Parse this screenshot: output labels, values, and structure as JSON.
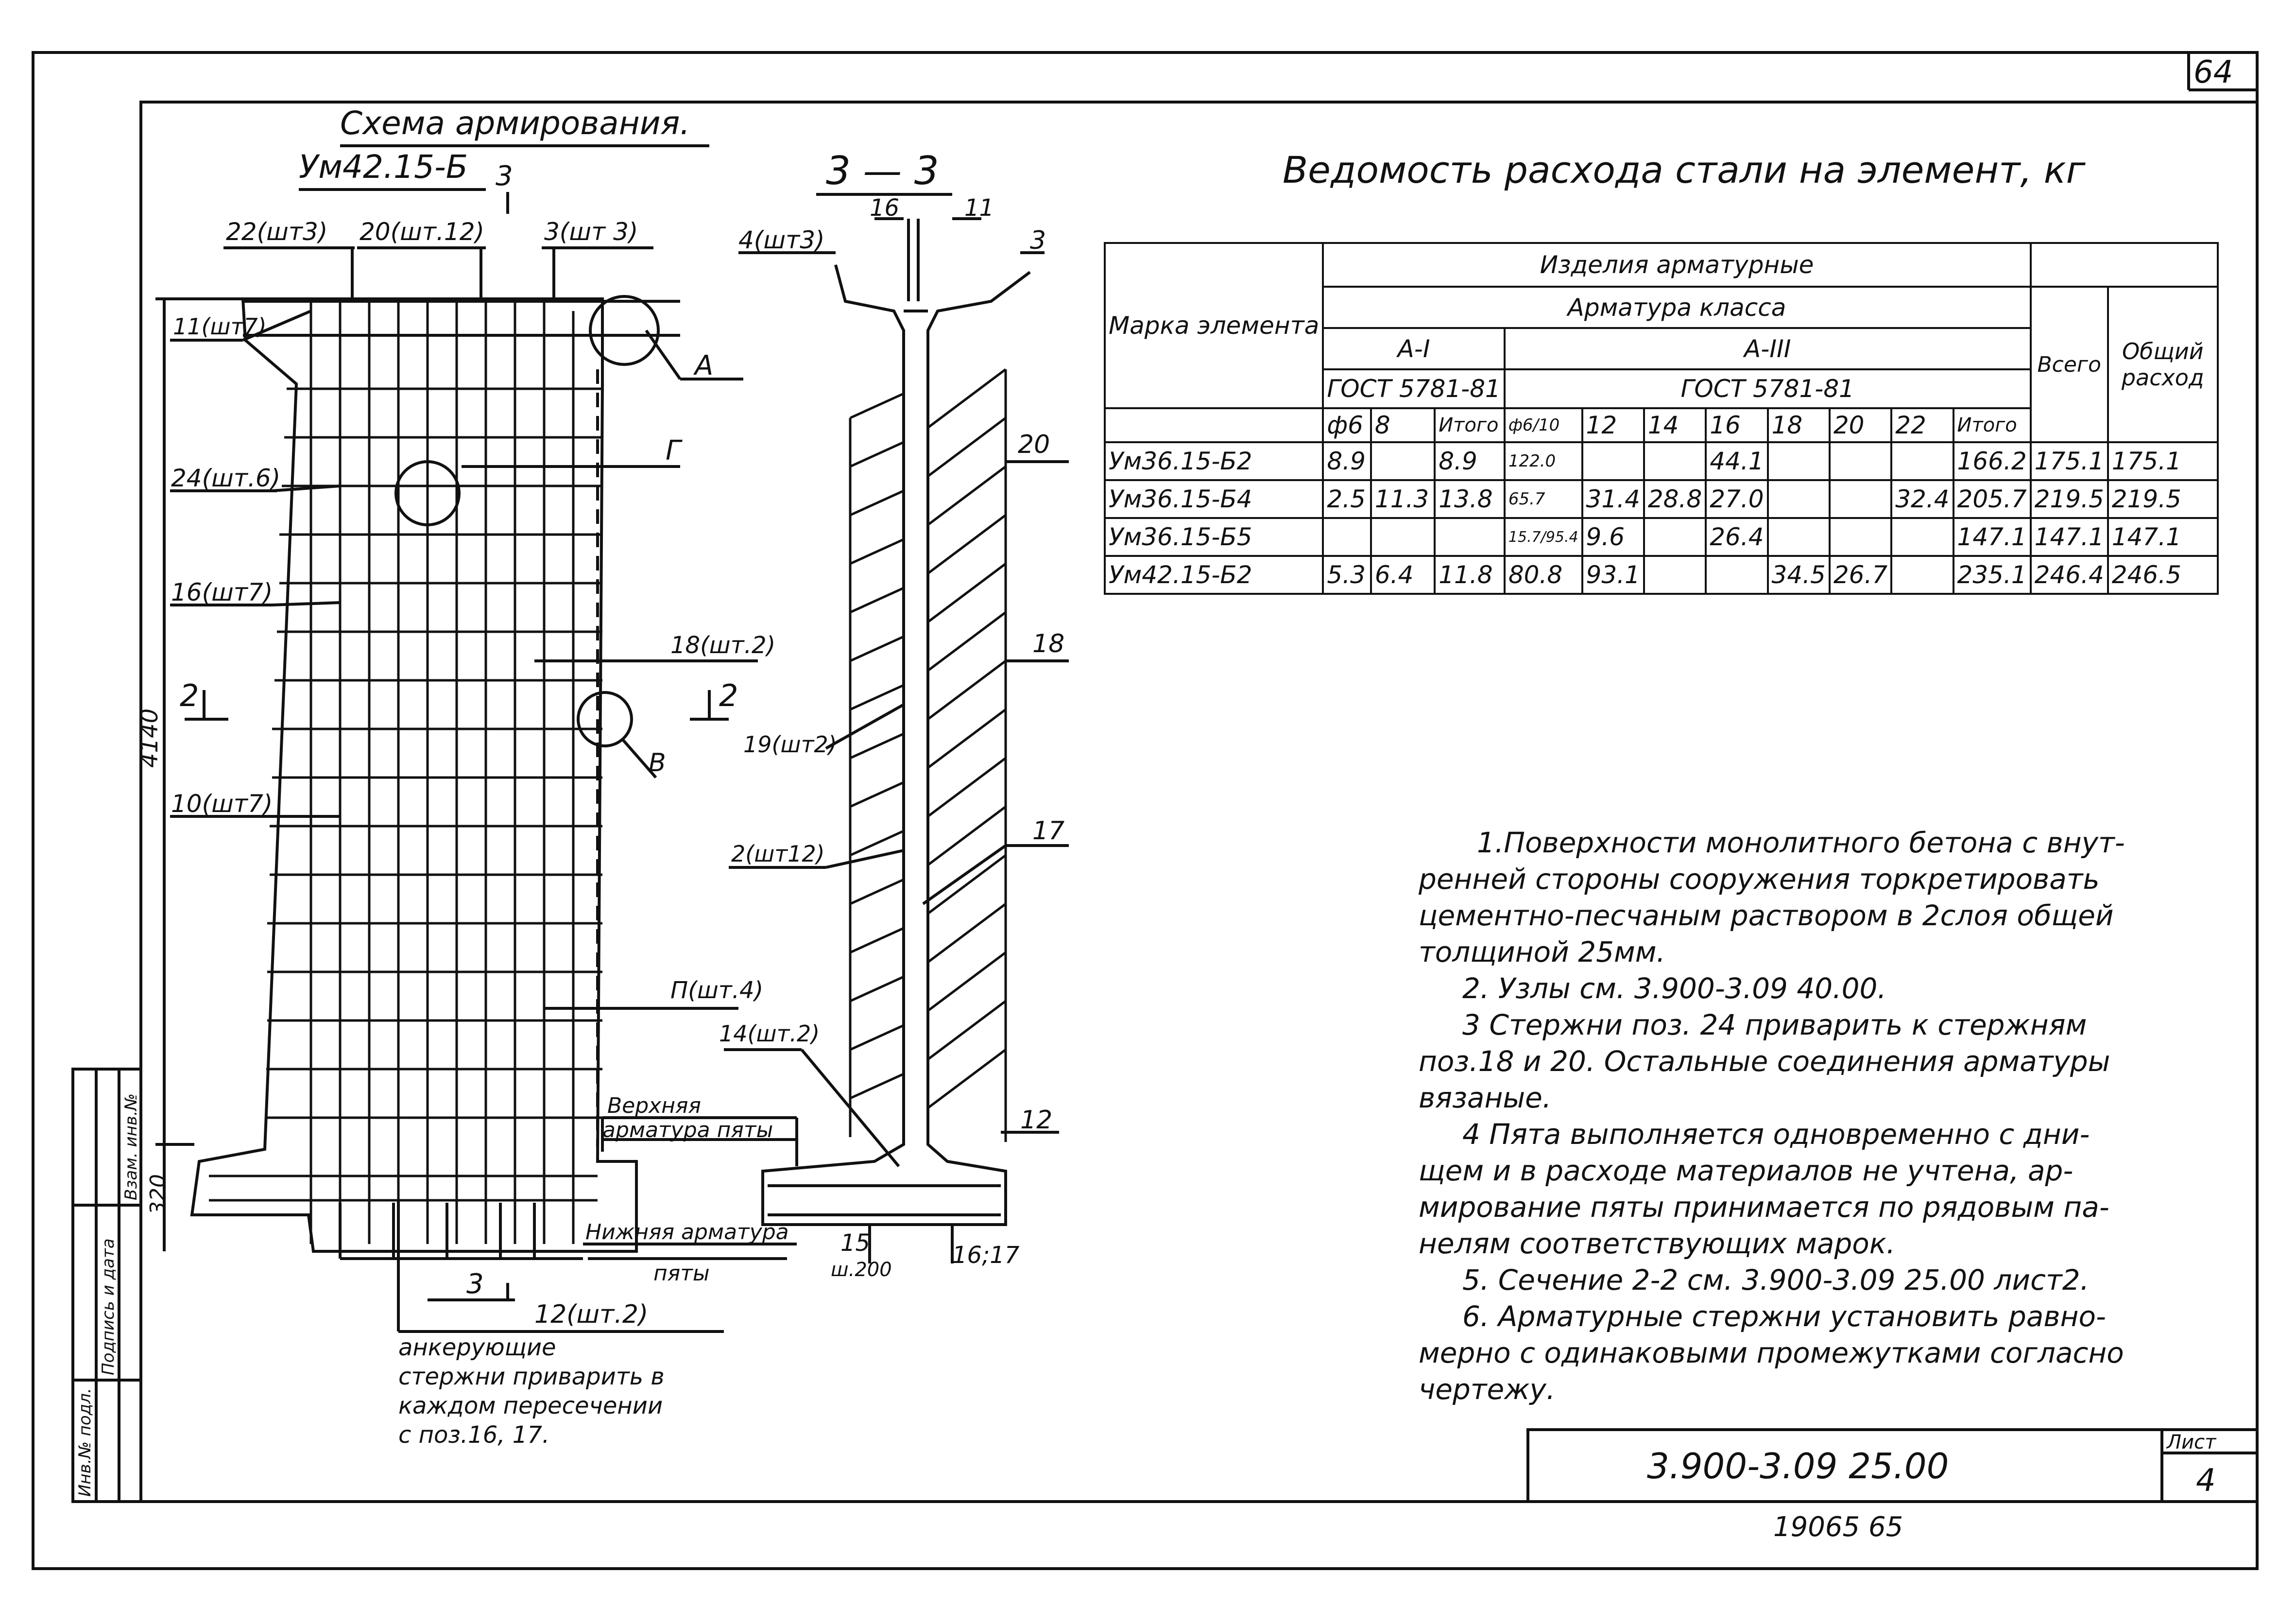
{
  "sheet_corner_number": "64",
  "scheme": {
    "title": "Схема армирования.",
    "element_mark": "Ум42.15-Б",
    "section_ref_top": "3",
    "section_title": "3 — 3",
    "labels": {
      "l22": "22(шт3)",
      "l20t": "20(шт.12)",
      "l3t": "3(шт 3)",
      "l11": "11(шт7)",
      "l24": "24(шт.6)",
      "l16": "16(шт7)",
      "l10": "10(шт7)",
      "l18": "18(шт.2)",
      "lP": "П(шт.4)",
      "lA": "А",
      "lG": "Г",
      "lV": "В",
      "s2a": "2",
      "s2b": "2",
      "dim4140": "4140",
      "dim320": "320",
      "upper_heel": "Верхняя",
      "upper_heel2": "арматура пяты",
      "lower_heel": "Нижняя арматура",
      "lower_heel2": "пяты",
      "s3b": "3",
      "l12": "12(шт.2)",
      "anchor1": "анкерующие",
      "anchor2": "стержни приварить в",
      "anchor3": "каждом пересечении",
      "anchor4": "с поз.16, 17.",
      "r16": "16",
      "r11": "11",
      "r4": "4(шт3)",
      "r3": "3",
      "r20": "20",
      "r18": "18",
      "r19": "19(шт2)",
      "r2": "2(шт12)",
      "r17": "17",
      "r14": "14(шт.2)",
      "r12": "12",
      "r15": "15",
      "r15b": "ш.200",
      "r1617": "16;17"
    }
  },
  "table": {
    "title": "Ведомость расхода стали на элемент, кг",
    "h_mark": "Марка элемента",
    "h_products": "Изделия арматурные",
    "h_class": "Арматура класса",
    "h_AI": "А-I",
    "h_AIII": "А-III",
    "h_gost1": "ГОСТ 5781-81",
    "h_gost2": "ГОСТ 5781-81",
    "h_total": "Всего",
    "h_general": "Общий расход",
    "cols": [
      "ф6",
      "8",
      "Итого",
      "ф6/10",
      "12",
      "14",
      "16",
      "18",
      "20",
      "22",
      "Итого"
    ],
    "rows": [
      {
        "mark": "Ум36.15-Б2",
        "v": [
          "8.9",
          "",
          "8.9",
          "122.0",
          "",
          "",
          "44.1",
          "",
          "",
          "",
          "166.2"
        ],
        "total": "175.1",
        "general": "175.1"
      },
      {
        "mark": "Ум36.15-Б4",
        "v": [
          "2.5",
          "11.3",
          "13.8",
          "65.7",
          "31.4",
          "28.8",
          "27.0",
          "",
          "",
          "32.4",
          "205.7"
        ],
        "total": "219.5",
        "general": "219.5"
      },
      {
        "mark": "Ум36.15-Б5",
        "v": [
          "",
          "",
          "",
          "15.7/95.4",
          "9.6",
          "",
          "26.4",
          "",
          "",
          "",
          "147.1"
        ],
        "total": "147.1",
        "general": "147.1"
      },
      {
        "mark": "Ум42.15-Б2",
        "v": [
          "5.3",
          "6.4",
          "11.8",
          "80.8",
          "93.1",
          "",
          "",
          "34.5",
          "26.7",
          "",
          "235.1"
        ],
        "total": "246.4",
        "general": "246.5"
      }
    ]
  },
  "notes": [
    "1.Поверхности монолитного бетона с внут-",
    "ренней стороны сооружения торкретировать",
    "цементно-песчаным раствором в 2слоя общей",
    "толщиной 25мм.",
    "2. Узлы см. 3.900-3.09 40.00.",
    "3 Стержни поз. 24 приварить к стержням",
    "поз.18 и 20. Остальные соединения арматуры",
    "вязаные.",
    "4 Пята выполняется одновременно с дни-",
    "щем и в расходе материалов не учтена, ар-",
    "мирование пяты принимается по рядовым па-",
    "нелям соответствующих марок.",
    "5. Сечение 2-2 см. 3.900-3.09 25.00 лист2.",
    "6. Арматурные стержни установить равно-",
    "мерно с одинаковыми промежутками согласно",
    "чертежу."
  ],
  "stamp": {
    "doc_number": "3.900-3.09 25.00",
    "sheet_label": "Лист",
    "sheet_number": "4",
    "below": "19065 65"
  },
  "side_stamp": [
    "Инв.№ подл.",
    "Подпись и дата",
    "Взам. инв.№"
  ]
}
